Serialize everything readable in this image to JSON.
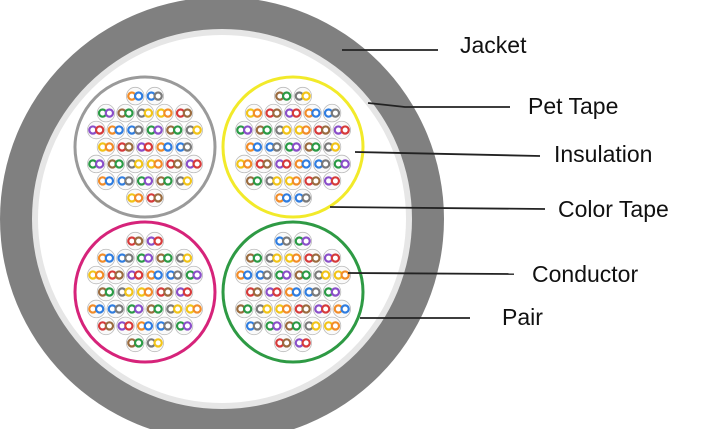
{
  "callouts": [
    {
      "id": "jacket",
      "label": "Jacket"
    },
    {
      "id": "pet-tape",
      "label": "Pet Tape"
    },
    {
      "id": "insulation",
      "label": "Insulation"
    },
    {
      "id": "color-tape",
      "label": "Color Tape"
    },
    {
      "id": "conductor",
      "label": "Conductor"
    },
    {
      "id": "pair",
      "label": "Pair"
    }
  ],
  "colors": {
    "jacket": "#808080",
    "pet_tape": "#e6e6e6",
    "interior": "#ffffff",
    "unit_tapes": [
      "#9a9a9a",
      "#f2ea2a",
      "#d6237a",
      "#2e9a44"
    ],
    "pair_colors": [
      "#f28c28",
      "#2f7de0",
      "#2a9a45",
      "#9a6b3f",
      "#7a7a7a",
      "#f2c418",
      "#d63a3a",
      "#8a4fc9"
    ]
  }
}
